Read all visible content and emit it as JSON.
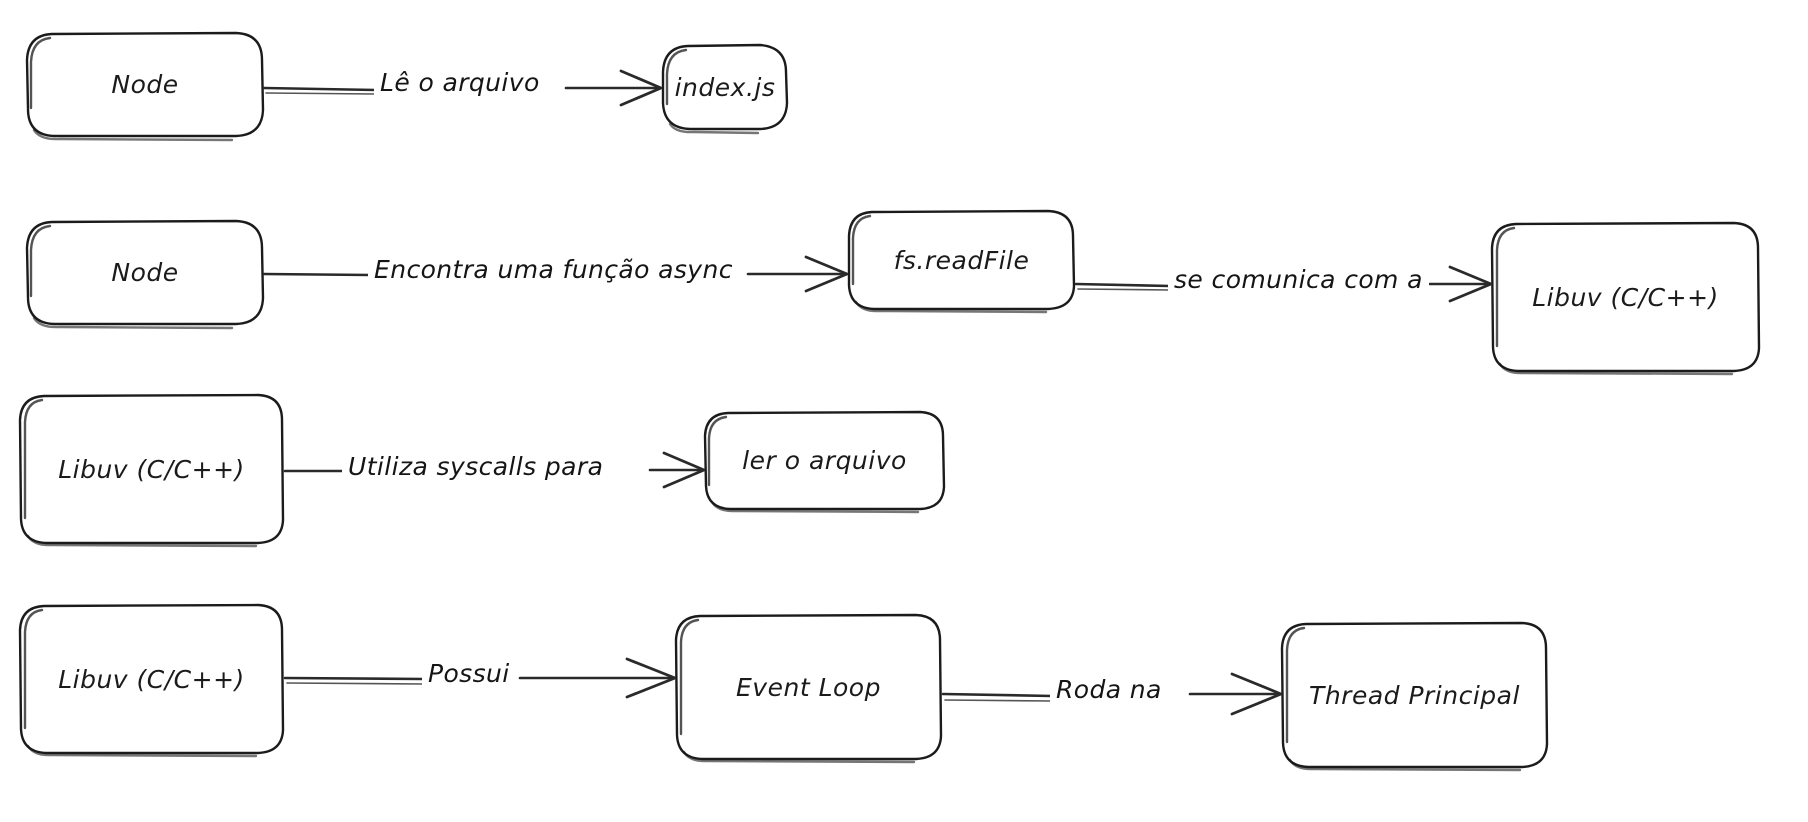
{
  "diagram": {
    "title": "Node.js async file read flow",
    "style": "hand-drawn sketch",
    "background_color": "#ffffff",
    "stroke_color": "#1b1b1b",
    "text_color": "#151515",
    "rows": [
      {
        "id": "row-1",
        "nodes": [
          {
            "id": "n1-node",
            "label": "Node"
          },
          {
            "id": "n1-indexjs",
            "label": "index.js"
          }
        ],
        "edges": [
          {
            "id": "e1",
            "label": "Lê o arquivo",
            "from": "n1-node",
            "to": "n1-indexjs"
          }
        ]
      },
      {
        "id": "row-2",
        "nodes": [
          {
            "id": "n2-node",
            "label": "Node"
          },
          {
            "id": "n2-fsreadfile",
            "label": "fs.readFile"
          },
          {
            "id": "n2-libuv",
            "label": "Libuv (C/C++)"
          }
        ],
        "edges": [
          {
            "id": "e2",
            "label": "Encontra uma função async",
            "from": "n2-node",
            "to": "n2-fsreadfile"
          },
          {
            "id": "e3",
            "label": "se comunica com a",
            "from": "n2-fsreadfile",
            "to": "n2-libuv"
          }
        ]
      },
      {
        "id": "row-3",
        "nodes": [
          {
            "id": "n3-libuv",
            "label": "Libuv (C/C++)"
          },
          {
            "id": "n3-lerarquivo",
            "label": "ler o arquivo"
          }
        ],
        "edges": [
          {
            "id": "e4",
            "label": "Utiliza syscalls para",
            "from": "n3-libuv",
            "to": "n3-lerarquivo"
          }
        ]
      },
      {
        "id": "row-4",
        "nodes": [
          {
            "id": "n4-libuv",
            "label": "Libuv (C/C++)"
          },
          {
            "id": "n4-eventloop",
            "label": "Event Loop"
          },
          {
            "id": "n4-threadprincipal",
            "label": "Thread Principal"
          }
        ],
        "edges": [
          {
            "id": "e5",
            "label": "Possui",
            "from": "n4-libuv",
            "to": "n4-eventloop"
          },
          {
            "id": "e6",
            "label": "Roda na",
            "from": "n4-eventloop",
            "to": "n4-threadprincipal"
          }
        ]
      }
    ]
  }
}
